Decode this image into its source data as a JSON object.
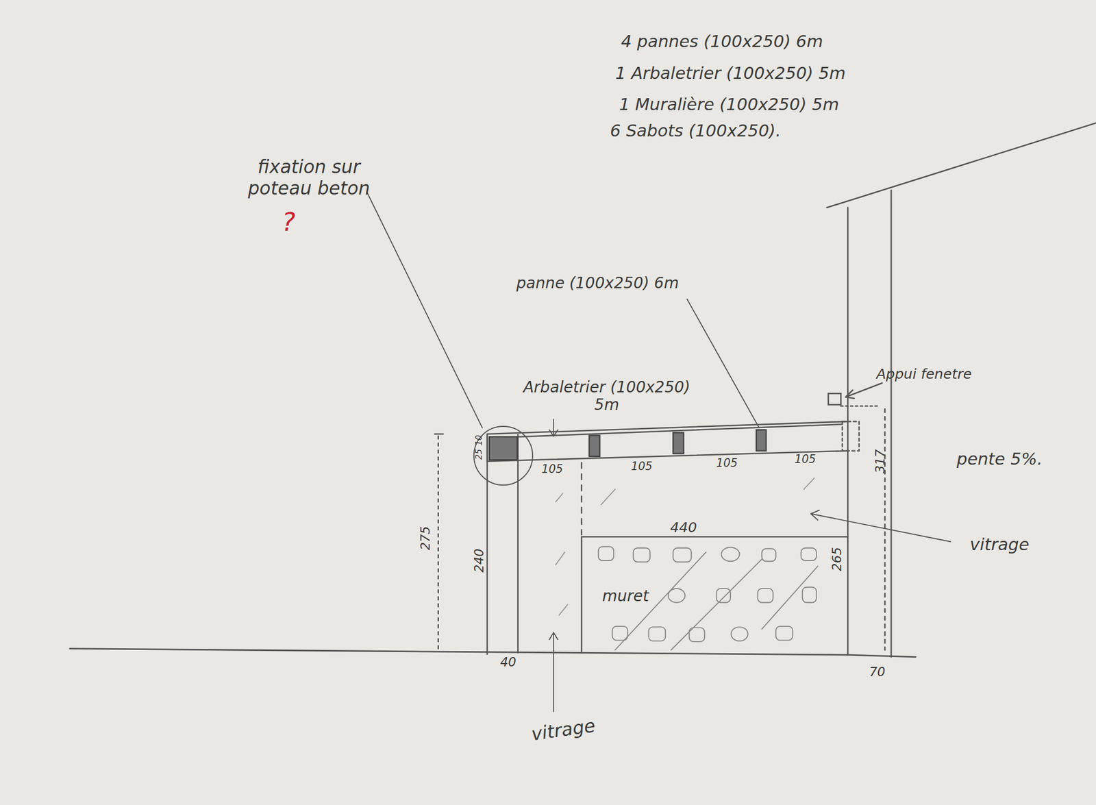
{
  "diagram": {
    "labels": [
      "4 pannes (100x250) 6m",
      "1 Arbaletrier (100x250) 5m",
      "1 Muralière (100x250) 5m",
      "6 Sabots (100x250).",
      "fixation sur poteau beton",
      "?",
      "panne (100x250) 6m",
      "Arbaletrier (100x250) 5m",
      "25",
      "10",
      "105",
      "105",
      "105",
      "105",
      "Appui fenetre",
      "317",
      "pente 5%.",
      "vitrage",
      "440",
      "muret",
      "265",
      "275",
      "240",
      "40",
      "70",
      "vitrage"
    ]
  }
}
